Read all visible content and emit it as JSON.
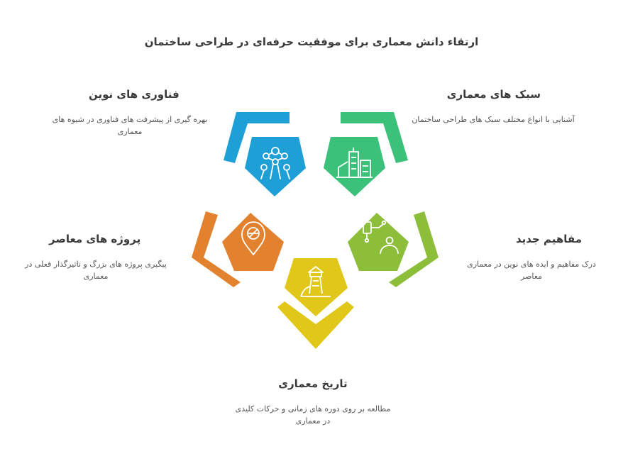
{
  "title": "ارتقاء دانش معماری برای موفقیت حرفه‌ای در طراحی ساختمان",
  "items": [
    {
      "heading": "فناوری های نوین",
      "description": "بهره گیری از پیشرفت های فناوری در شیوه های معماری",
      "color": "#1e9fd6",
      "icon": "atom-structure-icon"
    },
    {
      "heading": "سبک های معماری",
      "description": "آشنایی با انواع مختلف سبک های طراحی ساختمان",
      "color": "#3cc17b",
      "icon": "city-buildings-icon"
    },
    {
      "heading": "پروژه های معاصر",
      "description": "پیگیری پروژه های بزرگ و تاثیرگذار فعلی در معماری",
      "color": "#e3822e",
      "icon": "map-pin-icon"
    },
    {
      "heading": "مفاهیم جدید",
      "description": "درک مفاهیم و ایده های نوین در معماری معاصر",
      "color": "#8dbe3a",
      "icon": "idea-person-icon"
    },
    {
      "heading": "تاریخ معماری",
      "description": "مطالعه بر روی دوره های زمانی و حرکات کلیدی در معماری",
      "color": "#e1c719",
      "icon": "lighthouse-icon"
    }
  ]
}
